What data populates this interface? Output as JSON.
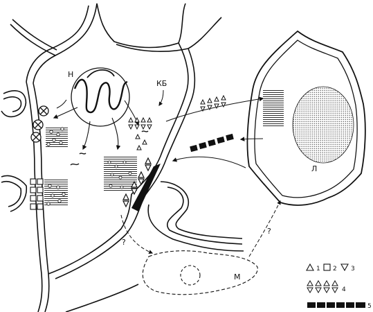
{
  "labels": {
    "nucleus": "Н",
    "kb": "КБ",
    "lymphocyte": "Л",
    "macrophage": "М",
    "q1": "?",
    "q2": "?"
  },
  "legend": [
    {
      "num": "1",
      "symbol": "triangle-up-icon"
    },
    {
      "num": "2",
      "symbol": "square-icon"
    },
    {
      "num": "3",
      "symbol": "triangle-down-icon"
    },
    {
      "num": "4",
      "symbol": "triangle-pair-grid-icon"
    },
    {
      "num": "5",
      "symbol": "black-bar-icon"
    }
  ],
  "colors": {
    "ink": "#111111",
    "paper": "#ffffff"
  }
}
